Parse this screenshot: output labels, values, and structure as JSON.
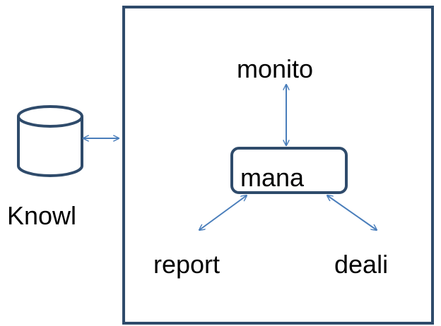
{
  "colors": {
    "box_border": "#2f4b6b",
    "arrow": "#4a7ebb",
    "background": "#ffffff",
    "text": "#000000"
  },
  "nodes": {
    "knowledge_label": "Knowl",
    "monitor_label": "monito",
    "manager_label": "mana",
    "reporter_label": "report",
    "dealer_label": "deali"
  },
  "icons": {
    "database": "database-cylinder-icon"
  }
}
